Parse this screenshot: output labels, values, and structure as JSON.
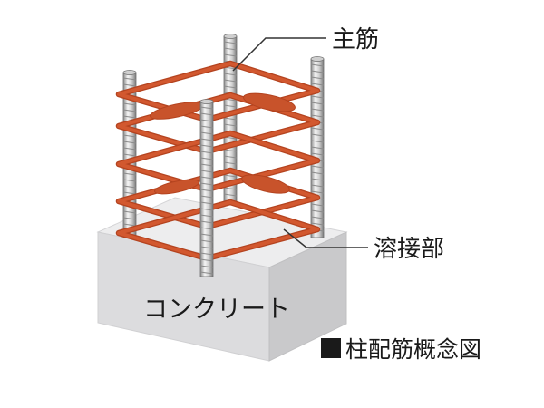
{
  "diagram": {
    "labels": {
      "main_rebar": "主筋",
      "weld_joint": "溶接部",
      "concrete": "コンクリート",
      "caption": "柱配筋概念図"
    },
    "colors": {
      "hoop": "#d2582f",
      "hoop_dark": "#b4431f",
      "weld": "#c8532b",
      "rebar_light": "#f4f4f4",
      "rebar_mid": "#c9c9c9",
      "rebar_dark": "#7e7e7e",
      "concrete_top": "#ededee",
      "concrete_left": "#d9d9db",
      "concrete_right": "#cbcbcd",
      "text": "#1a1a1a",
      "leader": "#333333"
    }
  }
}
